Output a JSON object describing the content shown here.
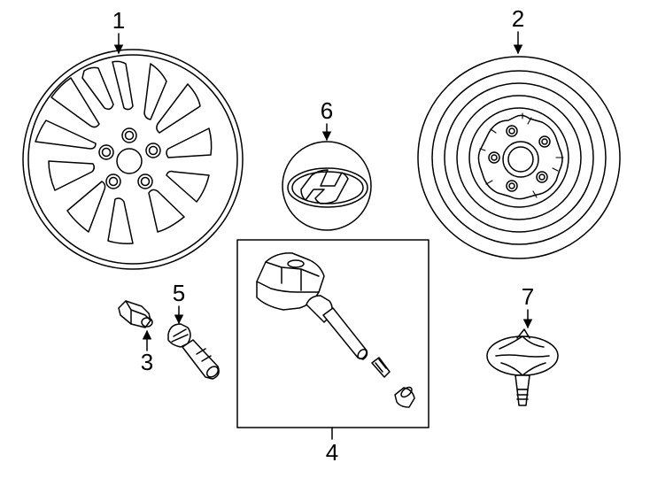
{
  "diagram": {
    "parts": [
      {
        "id": "1",
        "label": "1",
        "item": "alloy-wheel"
      },
      {
        "id": "2",
        "label": "2",
        "item": "spare-wheel"
      },
      {
        "id": "3",
        "label": "3",
        "item": "lug-nut"
      },
      {
        "id": "4",
        "label": "4",
        "item": "tire-pressure-sensor-kit"
      },
      {
        "id": "5",
        "label": "5",
        "item": "valve-stem"
      },
      {
        "id": "6",
        "label": "6",
        "item": "center-cap"
      },
      {
        "id": "7",
        "label": "7",
        "item": "spare-carrier-bolt"
      }
    ],
    "line_color": "#000000",
    "background": "#ffffff"
  }
}
